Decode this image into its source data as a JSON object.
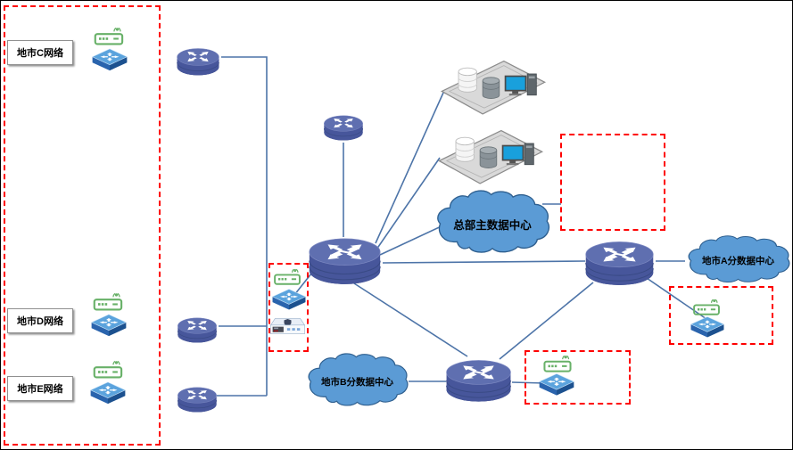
{
  "diagram_title": "enterprise-wan-topology",
  "zones": {
    "city_networks": {
      "items": [
        {
          "label": "地市C网络"
        },
        {
          "label": "地市D网络"
        },
        {
          "label": "地市E网络"
        }
      ]
    }
  },
  "clouds": {
    "hq": {
      "label": "总部主数据中心"
    },
    "city_a": {
      "label": "地市A分数据中心"
    },
    "city_b": {
      "label": "地市B分数据中心"
    }
  },
  "icon_names": {
    "router": "router-icon",
    "multilayer_switch": "multilayer-switch-icon",
    "access_switch": "access-switch-icon",
    "wireless_ap": "wireless-ap-icon",
    "firewall": "firewall-icon",
    "server_farm": "server-farm-icon",
    "wan_cloud": "cloud-icon"
  },
  "nodes": [
    {
      "id": "router-city-c",
      "type": "router"
    },
    {
      "id": "router-city-d",
      "type": "router"
    },
    {
      "id": "router-city-e",
      "type": "router"
    },
    {
      "id": "router-top",
      "type": "router"
    },
    {
      "id": "core-switch",
      "type": "multilayer-switch"
    },
    {
      "id": "city-a-switch",
      "type": "multilayer-switch"
    },
    {
      "id": "city-b-switch",
      "type": "multilayer-switch"
    },
    {
      "id": "server-farm-1",
      "type": "server-farm"
    },
    {
      "id": "server-farm-2",
      "type": "server-farm"
    },
    {
      "id": "local-ap-switch-firewall-group",
      "type": "ap+switch+firewall"
    },
    {
      "id": "city-a-branch-group",
      "type": "ap+switch"
    },
    {
      "id": "city-b-branch-group",
      "type": "ap+switch"
    },
    {
      "id": "hq-reserved-box",
      "type": "empty-dashed-box"
    }
  ],
  "connections": [
    {
      "from": "router-city-c",
      "to": "trunk-bus"
    },
    {
      "from": "router-city-d",
      "to": "trunk-bus"
    },
    {
      "from": "router-city-e",
      "to": "trunk-bus"
    },
    {
      "from": "router-top",
      "to": "core-switch"
    },
    {
      "from": "core-switch",
      "to": "server-farm-1"
    },
    {
      "from": "core-switch",
      "to": "server-farm-2"
    },
    {
      "from": "core-switch",
      "to": "hq-cloud"
    },
    {
      "from": "hq-cloud",
      "to": "hq-reserved-box"
    },
    {
      "from": "core-switch",
      "to": "city-a-switch"
    },
    {
      "from": "core-switch",
      "to": "city-b-switch"
    },
    {
      "from": "core-switch",
      "to": "local-switch"
    },
    {
      "from": "city-a-switch",
      "to": "city-b-switch"
    },
    {
      "from": "city-a-switch",
      "to": "city-a-cloud"
    },
    {
      "from": "city-a-switch",
      "to": "city-a-branch-switch"
    },
    {
      "from": "city-b-cloud",
      "to": "city-b-switch"
    },
    {
      "from": "city-b-switch",
      "to": "city-b-branch-switch"
    }
  ],
  "colors": {
    "background": "#ffffff",
    "frame": "#000000",
    "connector": "#4d74a8",
    "highlight_box": "#fe0000",
    "cloud_fill": "#5b9bd5",
    "cloud_stroke": "#2e5f8f",
    "device_top": "#5f6fb0",
    "device_side": "#47569b",
    "switch_top": "#5ba3dd",
    "switch_side": "#2a64ad",
    "ap_green": "#68b168",
    "platform_gray": "#d9d9d9",
    "screen_blue": "#19a0dc"
  }
}
